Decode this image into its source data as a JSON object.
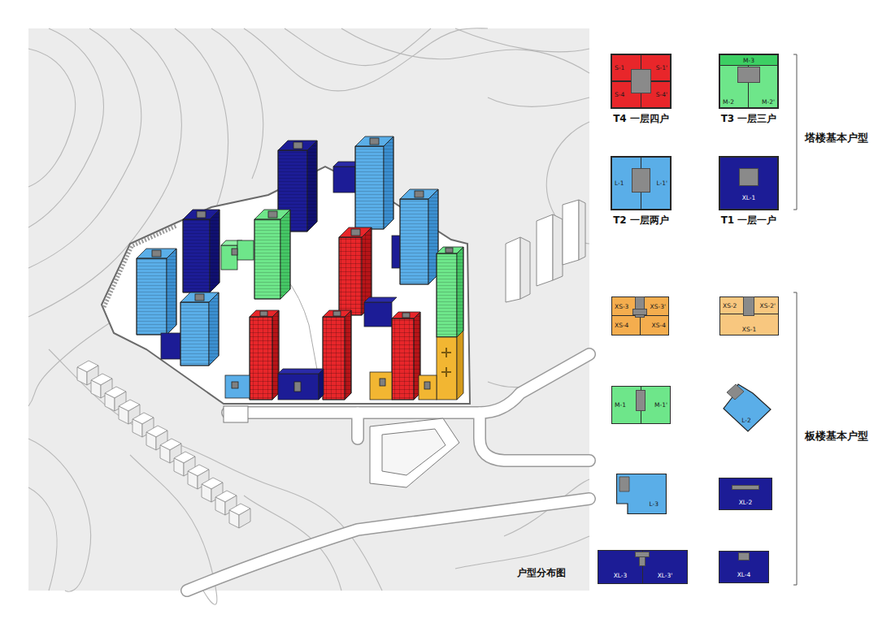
{
  "diagram": {
    "caption": "户型分布图",
    "nodes": [
      {
        "text": [
          "T4 一层四户"
        ]
      },
      {
        "text": [
          "S-1"
        ],
        "in": 0
      },
      {
        "text": [
          "S-1'"
        ],
        "in": 0
      },
      {
        "text": [
          "S-4"
        ],
        "in": 0
      },
      {
        "text": [
          "S-4'"
        ],
        "in": 0
      },
      {
        "text": [
          "T3 一层三户"
        ]
      },
      {
        "text": [
          "M-3"
        ],
        "in": 5
      },
      {
        "text": [
          "M-2"
        ],
        "in": 5
      },
      {
        "text": [
          "M-2'"
        ],
        "in": 5
      },
      {
        "text": [
          "T2 一层两户"
        ]
      },
      {
        "text": [
          "L-1"
        ],
        "in": 9
      },
      {
        "text": [
          "L-1'"
        ],
        "in": 9
      },
      {
        "text": [
          "T1 一层一户"
        ]
      },
      {
        "text": [
          "XL-1"
        ],
        "in": 12
      },
      {
        "text": [
          "XS-3"
        ]
      },
      {
        "text": [
          "XS-3'"
        ]
      },
      {
        "text": [
          "XS-4"
        ]
      },
      {
        "text": [
          "XS-4"
        ]
      },
      {
        "text": [
          "XS-2"
        ]
      },
      {
        "text": [
          "XS-2'"
        ]
      },
      {
        "text": [
          "XS-1"
        ]
      },
      {
        "text": [
          "M-1"
        ]
      },
      {
        "text": [
          "M-1'"
        ]
      },
      {
        "text": [
          "L-2"
        ]
      },
      {
        "text": [
          "L-3"
        ]
      },
      {
        "text": [
          "XL-2"
        ]
      },
      {
        "text": [
          "XL-3"
        ]
      },
      {
        "text": [
          "XL-3'"
        ]
      },
      {
        "text": [
          "XL-4"
        ]
      }
    ],
    "labels": [
      "塔楼基本户型",
      "板楼基本户型"
    ]
  }
}
